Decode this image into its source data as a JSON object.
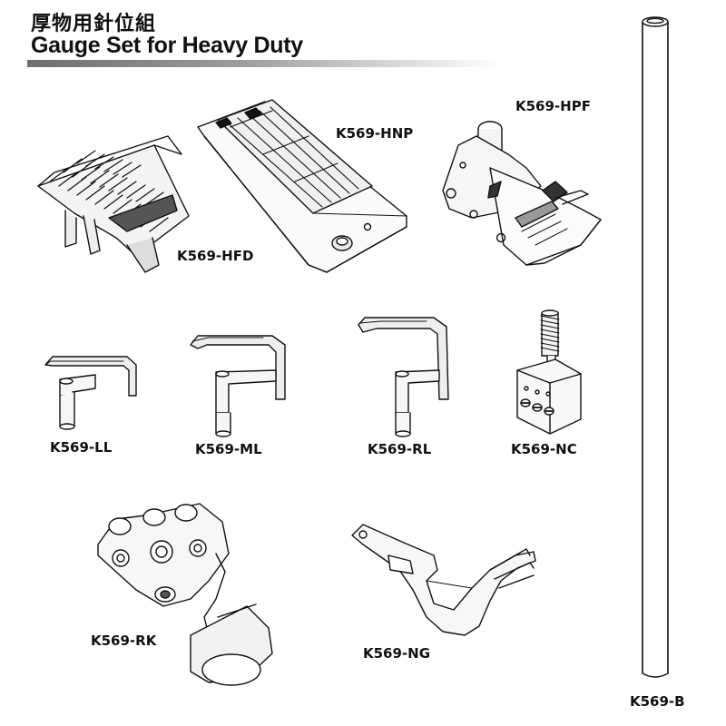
{
  "header": {
    "title_cn": "厚物用針位組",
    "title_en": "Gauge Set for Heavy Duty"
  },
  "parts": {
    "hfd": "K569-HFD",
    "hnp": "K569-HNP",
    "hpf": "K569-HPF",
    "ll": "K569-LL",
    "ml": "K569-ML",
    "rl": "K569-RL",
    "nc": "K569-NC",
    "rk": "K569-RK",
    "ng": "K569-NG",
    "b": "K569-B"
  }
}
